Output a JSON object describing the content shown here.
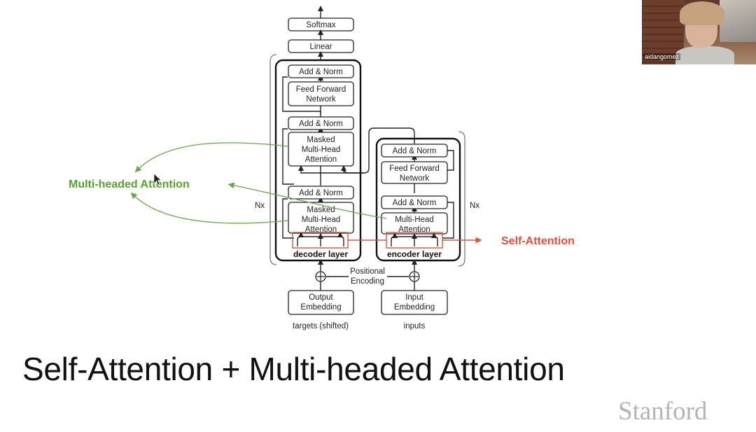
{
  "slide": {
    "title": "Self-Attention + Multi-headed Attention",
    "logo_text": "Stanford"
  },
  "video": {
    "participant_name": "aidangomez"
  },
  "diagram": {
    "softmax": "Softmax",
    "linear": "Linear",
    "decoder": {
      "add_norm_top": "Add & Norm",
      "ffn_line1": "Feed Forward",
      "ffn_line2": "Network",
      "add_norm_mid": "Add & Norm",
      "masked_line1": "Masked",
      "masked_line2": "Multi-Head",
      "masked_line3": "Attention",
      "add_norm_low": "Add & Norm",
      "self_line1": "Masked",
      "self_line2": "Multi-Head",
      "self_line3": "Attention",
      "layer_label": "decoder layer"
    },
    "encoder": {
      "add_norm_top": "Add & Norm",
      "ffn_line1": "Feed Forward",
      "ffn_line2": "Network",
      "add_norm_low": "Add & Norm",
      "mha_line1": "Multi-Head",
      "mha_line2": "Attention",
      "layer_label": "encoder layer"
    },
    "nx_left": "Nx",
    "nx_right": "Nx",
    "positional_line1": "Positional",
    "positional_line2": "Encoding",
    "output_emb_line1": "Output",
    "output_emb_line2": "Embedding",
    "input_emb_line1": "Input",
    "input_emb_line2": "Embedding",
    "targets_label": "targets (shifted)",
    "inputs_label": "inputs"
  },
  "annotations": {
    "multi_headed": "Multi-headed Attention",
    "self_attention": "Self-Attention",
    "green_color": "#55a32f",
    "red_color": "#e0533a"
  }
}
